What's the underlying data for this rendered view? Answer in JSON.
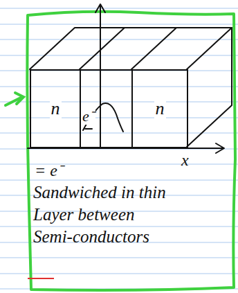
{
  "diagram": {
    "nodes": [
      {
        "text": [
          "n"
        ]
      },
      {
        "text": [
          "e⁻"
        ]
      },
      {
        "text": [
          "n"
        ]
      }
    ],
    "labels": [
      "= e⁻",
      "x",
      "Sandwiched in thin Layer between Semi-conductors"
    ]
  }
}
